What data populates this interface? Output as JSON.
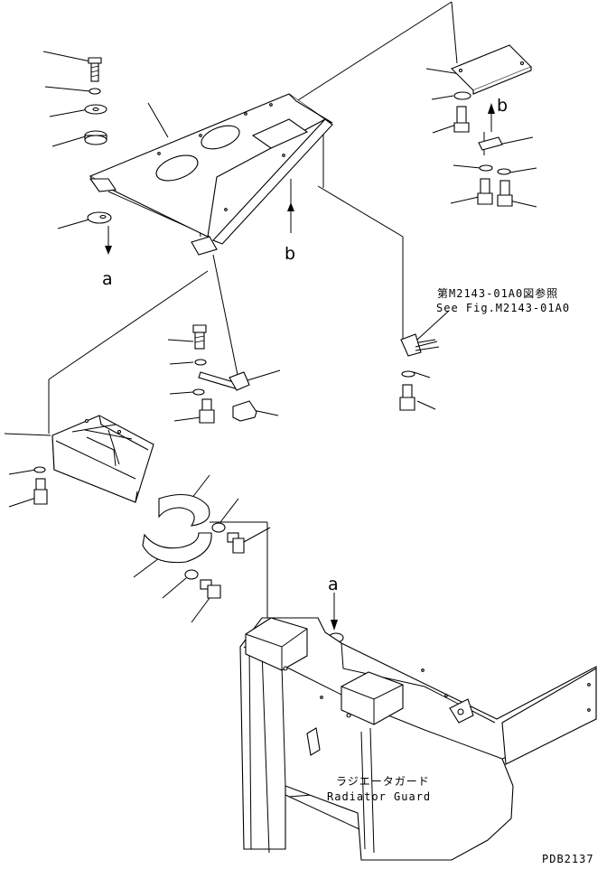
{
  "callouts": {
    "a_top": "a",
    "b_left": "b",
    "b_right": "b",
    "a_bottom": "a"
  },
  "reference": {
    "jp": "第M2143-01A0図参照",
    "en": "See Fig.M2143-01A0"
  },
  "radiator_guard": {
    "jp": "ラジエータガード",
    "en": "Radiator Guard"
  },
  "drawing_code": "PDB2137"
}
